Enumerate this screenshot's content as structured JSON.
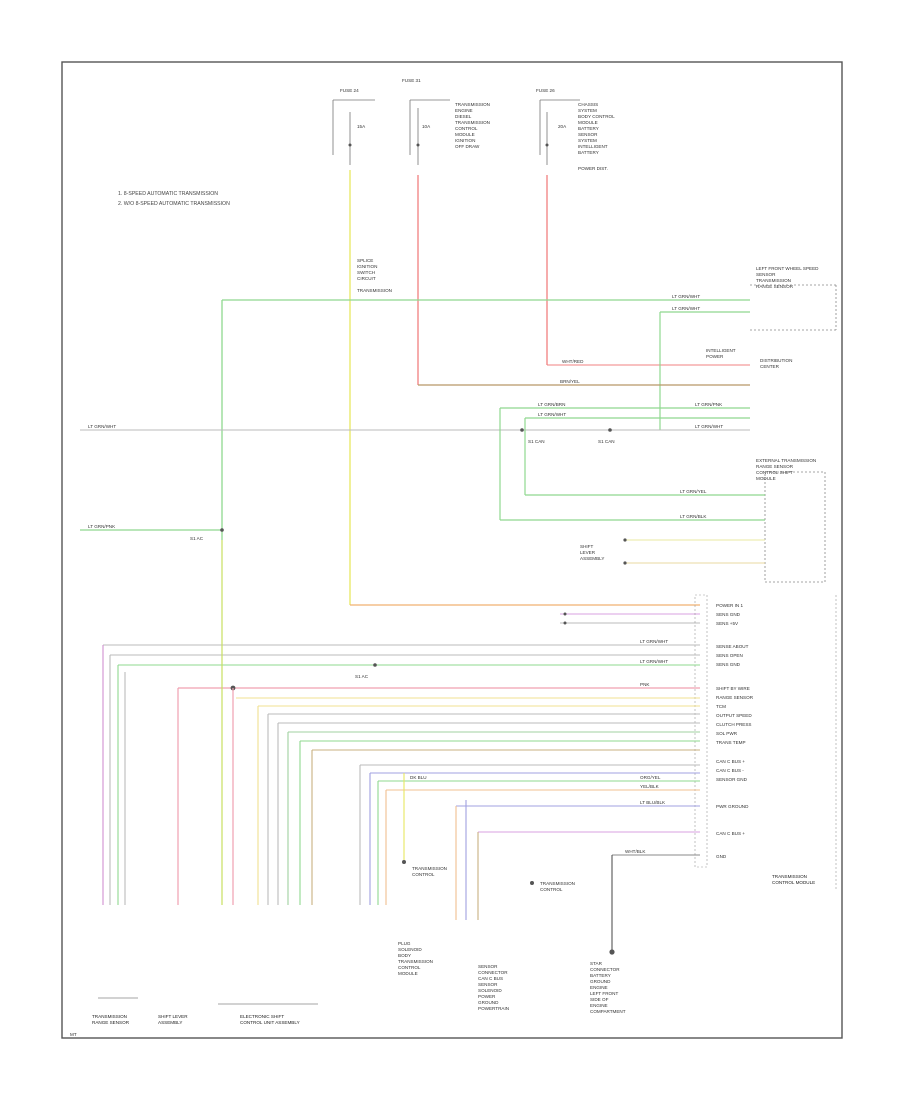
{
  "notes": [
    "1. 8-SPEED AUTOMATIC TRANSMISSION",
    "2. W/O 8-SPEED AUTOMATIC TRANSMISSION"
  ],
  "fuses": {
    "left": {
      "name": "FUSE 24",
      "rating": "15A"
    },
    "middle": {
      "name": "FUSE 31",
      "rating": "10A"
    },
    "right": {
      "name": "FUSE 26",
      "rating": "20A"
    }
  },
  "fuse_middle_list": [
    "TRANSMISSION",
    "ENGINE",
    "DIESEL",
    "TRANSMISSION",
    "CONTROL",
    "MODULE",
    "IGNITION",
    "OFF DRAW"
  ],
  "fuse_right_list": [
    "CHASSIS",
    "SYSTEM",
    "BODY CONTROL",
    "MODULE",
    "BATTERY",
    "SENSOR",
    "SYSTEM",
    "INTELLIGENT",
    "BATTERY",
    "POWER DIST."
  ],
  "module_right_top": [
    "LEFT FRONT WHEEL SPEED",
    "SENSOR",
    "TRANSMISSION",
    "RANGE SENSOR"
  ],
  "module_right_mid": [
    "INTELLIGENT",
    "POWER",
    "DISTRIBUTION",
    "CENTER"
  ],
  "module_right_lower": [
    "EXTERNAL TRANSMISSION",
    "RANGE SENSOR",
    "CONTROL SHIFT",
    "MODULE"
  ],
  "wire_labels": {
    "lt_grn_wht": "LT GRN/WHT",
    "lt_grn_wht2": "LT GRN/WHT",
    "wht_red": "WHT/RED",
    "brn_yel": "BRN/YEL",
    "lt_grn_brn": "LT GRN/BRN",
    "lt_grn_wht3": "LT GRN/WHT",
    "lt_grn_pnk": "LT GRN/PNK",
    "lt_grn_wht4": "LT GRN/WHT",
    "lt_grn_yel": "LT GRN/YEL",
    "lt_grn_blk": "LT GRN/BLK",
    "pnk": "PNK",
    "dk_blu": "DK BLU",
    "org_yel": "ORG/YEL",
    "yel_blk": "YEL/BLK",
    "lt_blu_blk": "LT BLU/BLK",
    "wht_blk": "WHT/BLK",
    "left_lt_grn_wht": "LT GRN/WHT",
    "left_lt_grn_pnk": "LT GRN/PNK"
  },
  "pin_labels": [
    "POWER IN 1",
    "SENS GND",
    "SENS +5V",
    "SENSE ABOUT",
    "SENS OPEN",
    "SENS GND",
    "SHIFT BY WIRE",
    "RANGE SENSOR",
    "TCM",
    "OUTPUT SPEED",
    "CLUTCH PRESS",
    "SOL PWR",
    "TRANS TEMP",
    "CAN C BUS +",
    "CAN C BUS -",
    "SENSOR GND",
    "PWR GROUND",
    "CAN C BUS +",
    "GND"
  ],
  "right_pin_labels": [
    "SENS OPEN",
    "SENS GND",
    "SENS GND"
  ],
  "module_bottom": {
    "left": [
      "TRANSMISSION",
      "RANGE SENSOR"
    ],
    "left_mid": [
      "SHIFT LEVER",
      "ASSEMBLY"
    ],
    "center": [
      "ELECTRONIC SHIFT",
      "CONTROL UNIT ASSEMBLY"
    ],
    "right": [
      "TRANSMISSION",
      "CONTROL MODULE"
    ]
  },
  "splices": {
    "s1": "S1 CAN",
    "s2": "S1 CAN",
    "s3": "S1 AC",
    "s4": "S1 AC"
  },
  "bottom_center_text": [
    "PLUG",
    "SOLENOID",
    "BODY",
    "TRANSMISSION",
    "CONTROL",
    "MODULE"
  ],
  "bottom_right_text": [
    "SENSOR",
    "CONNECTOR",
    "CAN C BUS",
    "SENSOR",
    "SOLENOID",
    "POWER",
    "GROUND",
    "POWERTRAIN"
  ],
  "ground_text": [
    "STAR",
    "CONNECTOR",
    "BATTERY",
    "GROUND",
    "ENGINE",
    "LEFT FRONT",
    "SIDE OF",
    "ENGINE",
    "COMPARTMENT"
  ],
  "footer": "MT"
}
